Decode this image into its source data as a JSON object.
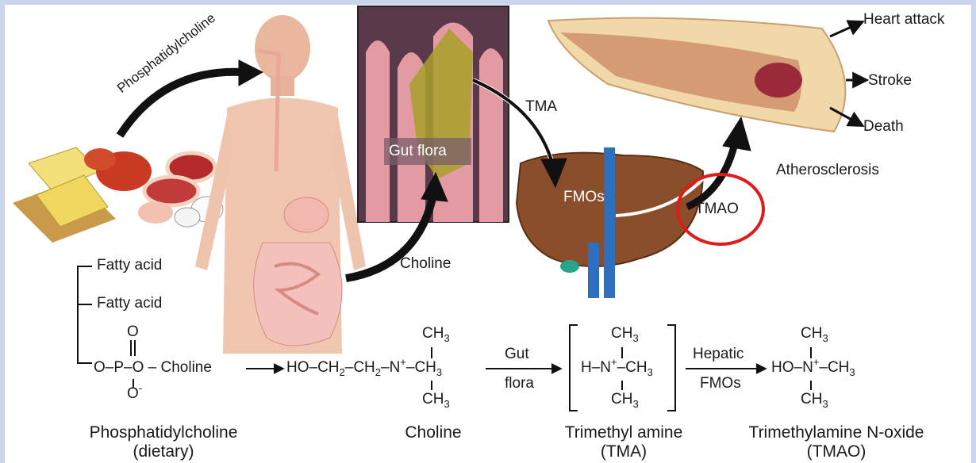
{
  "illustration": {
    "label_phosphatidylcholine": "Phosphatidylcholine",
    "label_gut_flora": "Gut flora",
    "label_tma": "TMA",
    "label_choline": "Choline",
    "label_fmos": "FMOs",
    "label_tmao": "TMAO",
    "label_atherosclerosis": "Atherosclerosis",
    "outcomes": [
      "Heart attack",
      "Stroke",
      "Death"
    ]
  },
  "pathway": {
    "fatty_acid_1": "Fatty acid",
    "fatty_acid_2": "Fatty acid",
    "step1_top": "Gut",
    "step1_bottom": "flora",
    "step2_top": "Hepatic",
    "step2_bottom": "FMOs",
    "captions": [
      {
        "line1": "Phosphatidylcholine",
        "line2": "(dietary)"
      },
      {
        "line1": "Choline",
        "line2": ""
      },
      {
        "line1": "Trimethyl amine",
        "line2": "(TMA)"
      },
      {
        "line1": "Trimethylamine N-oxide",
        "line2": "(TMAO)"
      }
    ]
  },
  "colors": {
    "frame": "#c9d6ee",
    "highlight_circle": "#e01b1b",
    "liver": "#8a4e2a",
    "artery": "#f0d8a8"
  }
}
